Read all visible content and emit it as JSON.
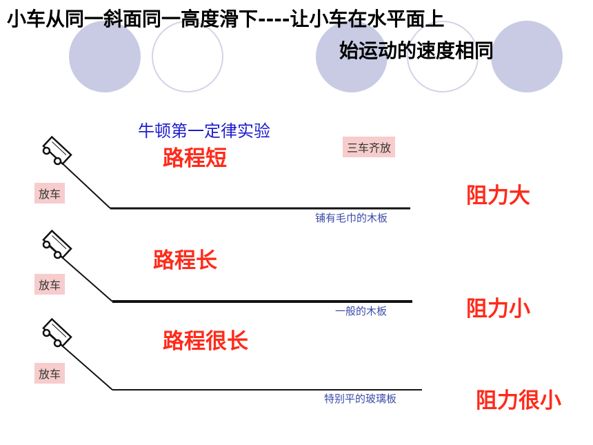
{
  "headline": {
    "line1": "小车从同一斜面同一高度滑下----让小车在水平面上",
    "line2": "始运动的速度相同"
  },
  "experiment": {
    "title": "牛顿第一定律实验",
    "release_all_label": "三车齐放"
  },
  "trials": [
    {
      "release_label": "放车",
      "surface_label": "铺有毛巾的木板",
      "distance_label": "路程短",
      "resistance_label": "阻力大"
    },
    {
      "release_label": "放车",
      "surface_label": "一般的木板",
      "distance_label": "路程长",
      "resistance_label": "阻力小"
    },
    {
      "release_label": "放车",
      "surface_label": "特别平的玻璃板",
      "distance_label": "路程很长",
      "resistance_label": "阻力很小"
    }
  ],
  "colors": {
    "red_text": "#ff2a1a",
    "blue_text": "#1c1ccc",
    "tag_bg": "#f6cccc",
    "circle_fill": "#c8cbe3"
  }
}
